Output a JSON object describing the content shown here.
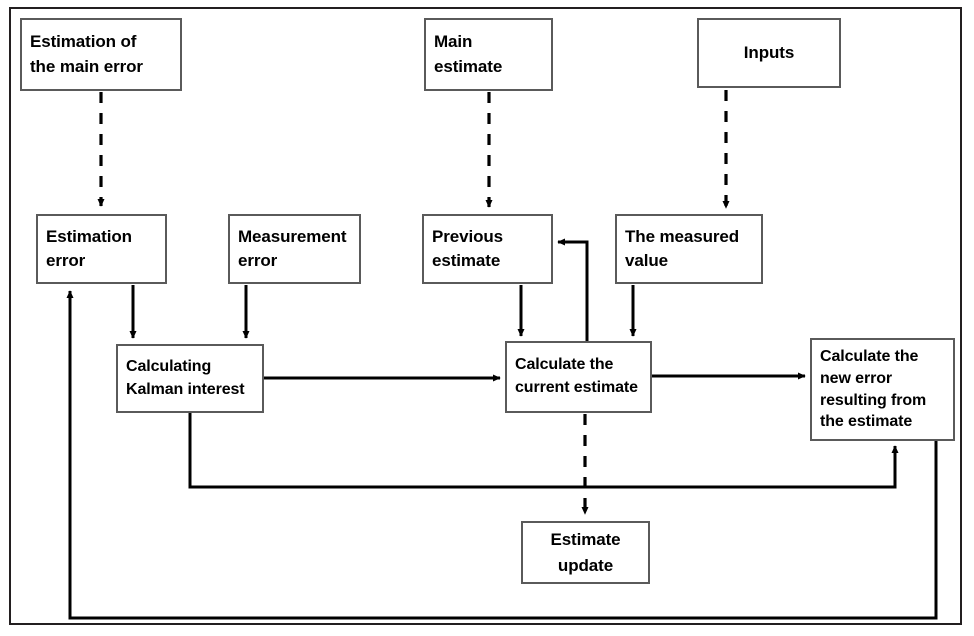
{
  "diagram": {
    "title": "Kalman filter estimation flowchart",
    "frame_color": "#231f20",
    "node_border_color": "#5a5a5a",
    "wire_color": "#000000",
    "nodes": [
      {
        "id": "estimation-of-main-error",
        "label": "Estimation of\nthe main error"
      },
      {
        "id": "main-estimate",
        "label": "Main\nestimate"
      },
      {
        "id": "inputs",
        "label": "Inputs"
      },
      {
        "id": "estimation-error",
        "label": "Estimation\nerror"
      },
      {
        "id": "measurement-error",
        "label": "Measurement\nerror"
      },
      {
        "id": "previous-estimate",
        "label": "Previous\nestimate"
      },
      {
        "id": "the-measured-value",
        "label": "The measured\nvalue"
      },
      {
        "id": "calculating-kalman-interest",
        "label": "Calculating\nKalman interest"
      },
      {
        "id": "calculate-the-current-estimate",
        "label": "Calculate the\ncurrent estimate"
      },
      {
        "id": "calculate-the-new-error",
        "label": "Calculate the\nnew error\nresulting from\nthe estimate"
      },
      {
        "id": "estimate-update",
        "label": "Estimate\nupdate"
      }
    ],
    "labels": {
      "estimation_of_main_error_l1": "Estimation of",
      "estimation_of_main_error_l2": "the main error",
      "main_estimate_l1": "Main",
      "main_estimate_l2": "estimate",
      "inputs": "Inputs",
      "estimation_error_l1": "Estimation",
      "estimation_error_l2": "error",
      "measurement_error_l1": "Measurement",
      "measurement_error_l2": "error",
      "previous_estimate_l1": "Previous",
      "previous_estimate_l2": "estimate",
      "the_measured_value_l1": "The measured",
      "the_measured_value_l2": "value",
      "calculating_kalman_interest_l1": "Calculating",
      "calculating_kalman_interest_l2": "Kalman interest",
      "calculate_current_estimate_l1": "Calculate the",
      "calculate_current_estimate_l2": "current estimate",
      "calculate_new_error_l1": "Calculate the",
      "calculate_new_error_l2": "new error",
      "calculate_new_error_l3": "resulting from",
      "calculate_new_error_l4": "the estimate",
      "estimate_update_l1": "Estimate",
      "estimate_update_l2": "update"
    },
    "edges": [
      {
        "id": "edge-main-error-to-estimation-error",
        "style": "dashed",
        "from": "estimation-of-main-error",
        "to": "estimation-error"
      },
      {
        "id": "edge-main-estimate-to-previous-estimate",
        "style": "dashed",
        "from": "main-estimate",
        "to": "previous-estimate"
      },
      {
        "id": "edge-inputs-to-measured-value",
        "style": "dashed",
        "from": "inputs",
        "to": "the-measured-value"
      },
      {
        "id": "edge-estimation-error-to-kalman",
        "style": "solid",
        "from": "estimation-error",
        "to": "calculating-kalman-interest"
      },
      {
        "id": "edge-measurement-error-to-kalman",
        "style": "solid",
        "from": "measurement-error",
        "to": "calculating-kalman-interest"
      },
      {
        "id": "edge-previous-estimate-to-current-estimate",
        "style": "solid",
        "from": "previous-estimate",
        "to": "calculate-the-current-estimate"
      },
      {
        "id": "edge-measured-value-to-current-estimate",
        "style": "solid",
        "from": "the-measured-value",
        "to": "calculate-the-current-estimate"
      },
      {
        "id": "edge-kalman-to-current-estimate",
        "style": "solid",
        "from": "calculating-kalman-interest",
        "to": "calculate-the-current-estimate"
      },
      {
        "id": "edge-current-estimate-to-previous-estimate-feedback",
        "style": "solid",
        "from": "calculate-the-current-estimate",
        "to": "previous-estimate"
      },
      {
        "id": "edge-current-estimate-to-new-error",
        "style": "solid",
        "from": "calculate-the-current-estimate",
        "to": "calculate-the-new-error"
      },
      {
        "id": "edge-current-estimate-to-estimate-update",
        "style": "dashed",
        "from": "calculate-the-current-estimate",
        "to": "estimate-update"
      },
      {
        "id": "edge-kalman-to-new-error-feedback",
        "style": "solid",
        "from": "calculating-kalman-interest",
        "to": "calculate-the-new-error"
      },
      {
        "id": "edge-new-error-to-estimation-error-feedback",
        "style": "solid",
        "from": "calculate-the-new-error",
        "to": "estimation-error"
      }
    ]
  }
}
